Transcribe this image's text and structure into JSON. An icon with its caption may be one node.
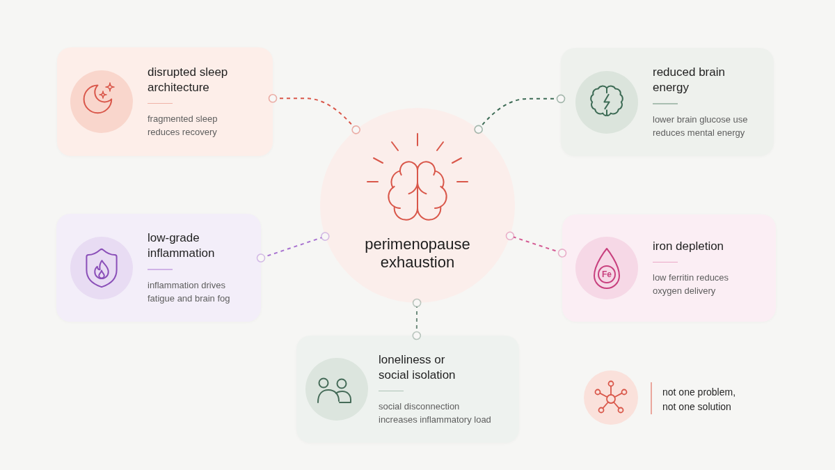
{
  "diagram": {
    "nodes": [
      {
        "text": [
          "disrupted sleep architecture",
          "fragmented sleep reduces recovery"
        ]
      },
      {
        "text": [
          "reduced brain energy",
          "lower brain glucose use reduces mental energy"
        ]
      },
      {
        "text": [
          "perimenopause exhaustion"
        ]
      },
      {
        "text": [
          "low-grade inflammation",
          "inflammation drives fatigue and brain fog"
        ]
      },
      {
        "text": [
          "iron depletion",
          "low ferritin reduces oxygen delivery"
        ]
      },
      {
        "text": [
          "loneliness or social isolation",
          "social disconnection increases inflammatory load"
        ]
      }
    ],
    "edges": [
      {
        "from": 0,
        "to": 2,
        "arrow": "other",
        "style": "dashed",
        "color": "#d9574a"
      },
      {
        "from": 1,
        "to": 2,
        "arrow": "other",
        "style": "dashed",
        "color": "#3d6b55"
      },
      {
        "from": 3,
        "to": 2,
        "arrow": "other",
        "style": "dashed",
        "color": "#a873d0"
      },
      {
        "from": 4,
        "to": 2,
        "arrow": "other",
        "style": "dashed",
        "color": "#d45c94"
      },
      {
        "from": 5,
        "to": 2,
        "arrow": "other",
        "style": "dashed",
        "color": "#6f8c7d"
      }
    ],
    "labels": [
      "Fe",
      "not one problem, not one solution"
    ]
  }
}
